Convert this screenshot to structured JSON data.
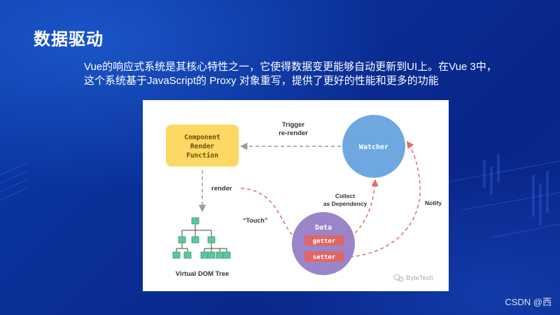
{
  "slide": {
    "title": "数据驱动",
    "intro_line1": "Vue的响应式系统是其核心特性之一，它使得数据变更能够自动更新到UI上。在Vue 3中，",
    "intro_line2": "这个系统基于JavaScript的 Proxy 对象重写，提供了更好的性能和更多的功能"
  },
  "diagram": {
    "component_line1": "Component",
    "component_line2": "Render",
    "component_line3": "Function",
    "watcher": "Watcher",
    "data": "Data",
    "getter": "getter",
    "setter": "setter",
    "trigger_line1": "Trigger",
    "trigger_line2": "re-render",
    "render": "render",
    "touch": "“Touch”",
    "collect_line1": "Collect",
    "collect_line2": "as Dependency",
    "notify": "Notify",
    "vdom": "Virtual DOM Tree",
    "brand": "ByteTech"
  },
  "watermark": "CSDN @西",
  "colors": {
    "component_fill": "#fdd864",
    "watcher_fill": "#6fa8e0",
    "data_fill": "#9b85c9",
    "pill_fill": "#e06666",
    "arrow_red": "#e06c6c",
    "arrow_gray": "#9a9a9a",
    "tree_green": "#5cc79a"
  }
}
